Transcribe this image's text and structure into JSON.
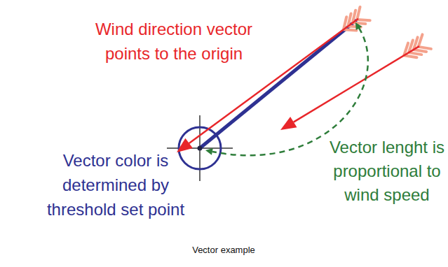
{
  "diagram": {
    "caption": "Vector example",
    "labels": [
      "Wind direction vector points to the origin",
      "Vector color is determined by threshold set point",
      "Vector lenght is proportional to wind speed"
    ]
  }
}
